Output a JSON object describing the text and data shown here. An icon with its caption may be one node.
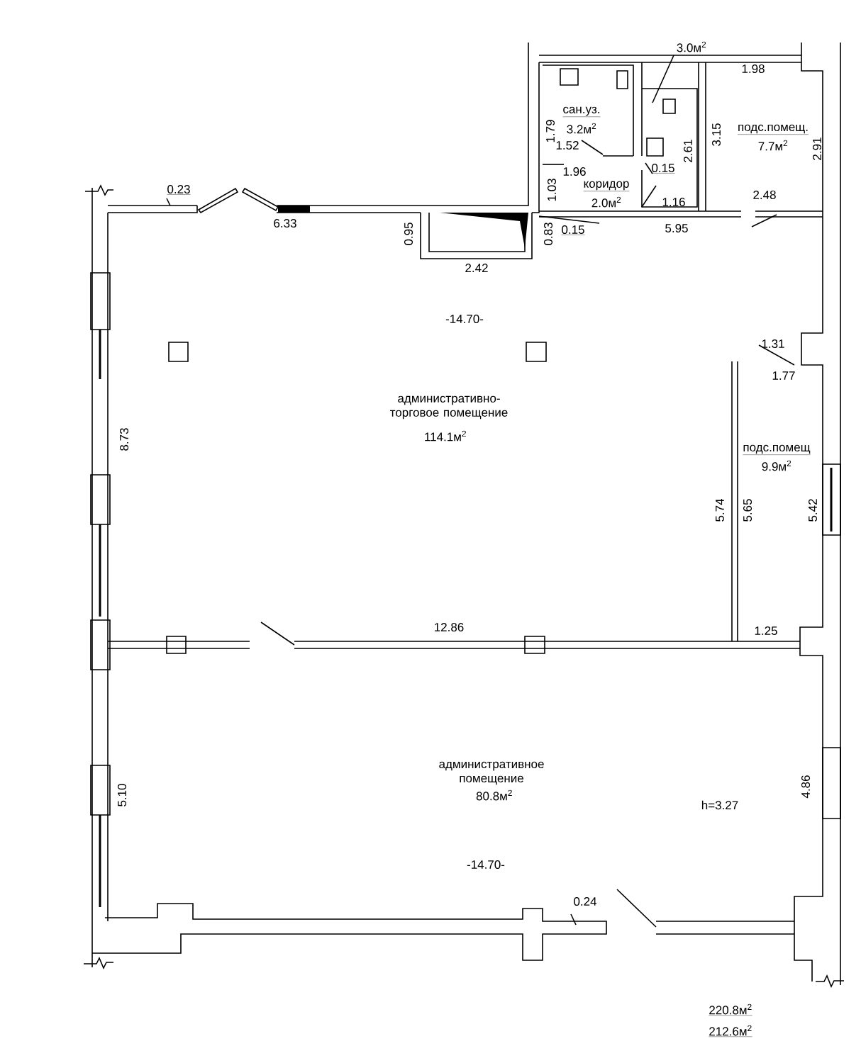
{
  "diagram": {
    "labels": [
      "3.0м$^{2}$",
      "1.98",
      "сан.уз.",
      "3.2м$^{2}$",
      "1.79",
      "1.52",
      "3.15",
      "подс.помещ.",
      "7.7м$^{2}$",
      "2.61",
      "2.91",
      "1.96",
      "0.15",
      "0.23",
      "1.03",
      "коридор",
      "2.0м$^{2}$",
      "1.16",
      "2.48",
      "6.33",
      "0.95",
      "0.83",
      "0.15",
      "5.95",
      "2.42",
      "-14.70-",
      "1.31",
      "1.77",
      "административно-торговое помещение",
      "114.1м$^{2}$",
      "8.73",
      "подс.помещ",
      "9.9м$^{2}$",
      "5.74",
      "5.65",
      "5.42",
      "12.86",
      "1.25",
      "административное помещение",
      "80.8м$^{2}$",
      "5.10",
      "h=3.27",
      "4.86",
      "-14.70-",
      "0.24",
      "220.8м$^{2}$",
      "212.6м$^{2}$"
    ]
  }
}
